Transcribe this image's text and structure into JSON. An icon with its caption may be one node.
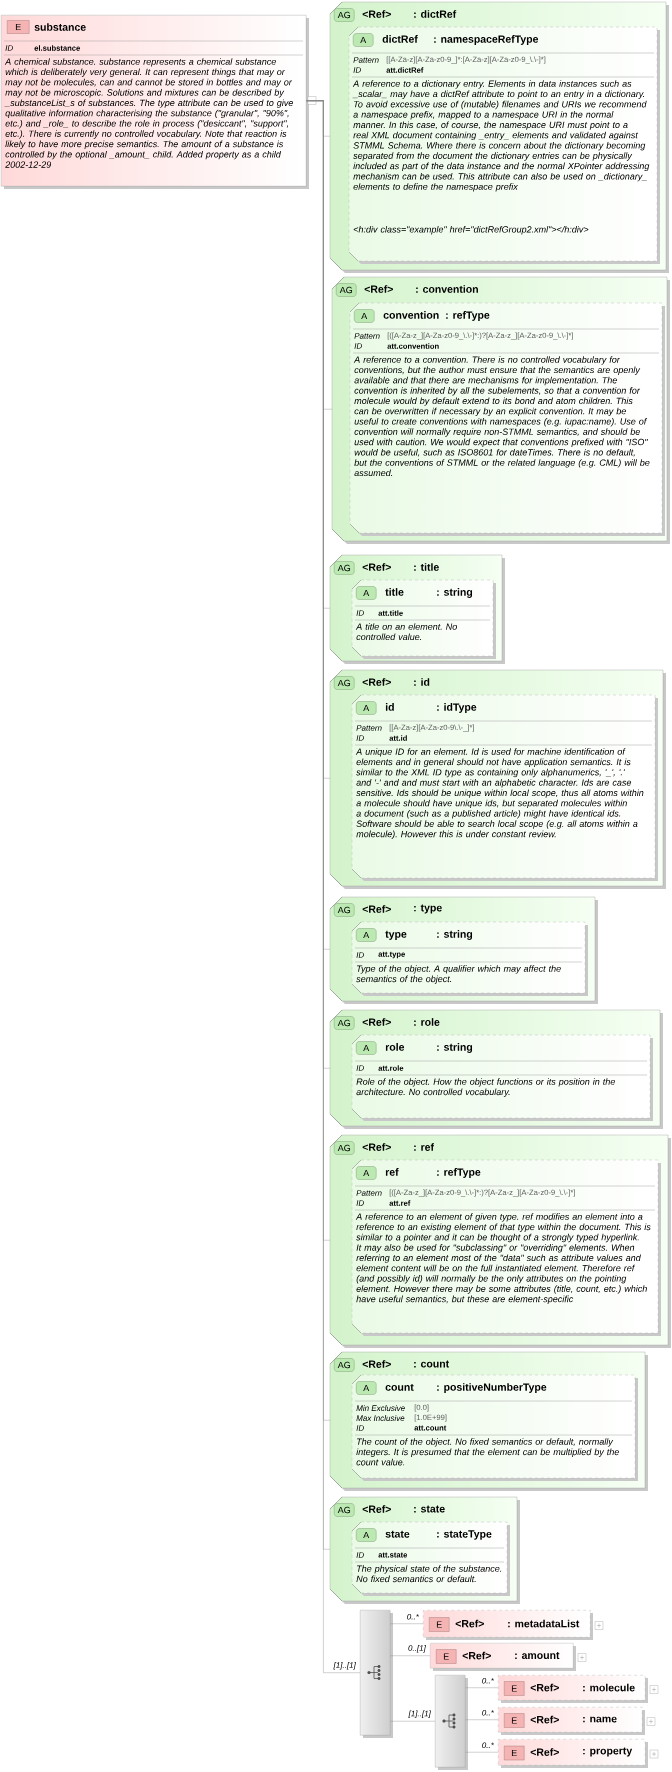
{
  "diagram": {
    "nodes": [
      {
        "text": [
          "E",
          "substance",
          "ID",
          "el.substance",
          "A chemical substance. substance represents a chemical substance which is deliberately very general. It can represent things that may or may not be molecules, can and cannot be stored in bottles and may or may not be microscopic. Solutions and mixtures can be described by _substanceList_s of substances. The type attribute can be used to give qualitative information characterising the substance (\"granular\", \"90%\", etc.) and _role_ to describe the role in process (\"desiccant\", \"support\", etc.). There is currently no controlled vocabulary. Note that reaction is likely to have more precise semantics. The amount of a substance is controlled by the optional _amount_ child. Added property as a child 2002-12-29"
        ]
      },
      {
        "text": [
          "AG",
          "<Ref>",
          ": dictRef"
        ]
      },
      {
        "text": [
          "A",
          "dictRef",
          ": namespaceRefType",
          "Pattern",
          "[[A-Za-z][A-Za-z0-9_]*:[A-Za-z][A-Za-z0-9_\\.\\-]*]",
          "ID",
          "att.dictRef",
          "A reference to a dictionary entry. Elements in data instances such as _scalar_ may have a dictRef attribute to point to an entry in a dictionary. To avoid excessive use of (mutable) filenames and URIs we recommend a namespace prefix, mapped to a namespace URI in the normal manner. In this case, of course, the namespace URI must point to a real XML document containing _entry_ elements and validated against STMML Schema. Where there is concern about the dictionary becoming separated from the document the dictionary entries can be physically included as part of the data instance and the normal XPointer addressing mechanism can be used. This attribute can also be used on _dictionary_ elements to define the namespace prefix",
          "<h:div class=\"example\" href=\"dictRefGroup2.xml\"></h:div>"
        ],
        "in": 1
      },
      {
        "text": [
          "AG",
          "<Ref>",
          ": convention"
        ]
      },
      {
        "text": [
          "A",
          "convention",
          ": refType",
          "Pattern",
          "[([A-Za-z_][A-Za-z0-9_\\.\\-]*:)?[A-Za-z_][A-Za-z0-9_\\.\\-]*]",
          "ID",
          "att.convention",
          "A reference to a convention. There is no controlled vocabulary for conventions, but the author must ensure that the semantics are openly available and that there are mechanisms for implementation. The convention is inherited by all the subelements, so that a convention for molecule would by default extend to its bond and atom children. This can be overwritten if necessary by an explicit convention. It may be useful to create conventions with namespaces (e.g. iupac:name). Use of convention will normally require non-STMML semantics, and should be used with caution. We would expect that conventions prefixed with \"ISO\" would be useful, such as ISO8601 for dateTimes. There is no default, but the conventions of STMML or the related language (e.g. CML) will be assumed."
        ],
        "in": 3
      },
      {
        "text": [
          "AG",
          "<Ref>",
          ": title"
        ]
      },
      {
        "text": [
          "A",
          "title",
          ": string",
          "ID",
          "att.title",
          "A title on an element. No controlled value."
        ],
        "in": 5
      },
      {
        "text": [
          "AG",
          "<Ref>",
          ": id"
        ]
      },
      {
        "text": [
          "A",
          "id",
          ": idType",
          "Pattern",
          "[[A-Za-z][A-Za-z0-9\\.\\-_]*]",
          "ID",
          "att.id",
          "A unique ID for an element. Id is used for machine identification of elements and in general should not have application semantics. It is similar to the XML ID type as containing only alphanumerics, '_', '.' and '-' and and must start with an alphabetic character. Ids are case sensitive. Ids should be unique within local scope, thus all atoms within a molecule should have unique ids, but separated molecules within a document (such as a published article) might have identical ids. Software should be able to search local scope (e.g. all atoms within a molecule). However this is under constant review."
        ],
        "in": 7
      },
      {
        "text": [
          "AG",
          "<Ref>",
          ": type"
        ]
      },
      {
        "text": [
          "A",
          "type",
          ": string",
          "ID",
          "att.type",
          "Type of the object. A qualifier which may affect the semantics of the object."
        ],
        "in": 9
      },
      {
        "text": [
          "AG",
          "<Ref>",
          ": role"
        ]
      },
      {
        "text": [
          "A",
          "role",
          ": string",
          "ID",
          "att.role",
          "Role of the object. How the object functions or its position in the architecture. No controlled vocabulary."
        ],
        "in": 11
      },
      {
        "text": [
          "AG",
          "<Ref>",
          ": ref"
        ]
      },
      {
        "text": [
          "A",
          "ref",
          ": refType",
          "Pattern",
          "[([A-Za-z_][A-Za-z0-9_\\.\\-]*:)?[A-Za-z_][A-Za-z0-9_\\.\\-]*]",
          "ID",
          "att.ref",
          "A reference to an element of given type. ref modifies an element into a reference to an existing element of that type within the document. This is similar to a pointer and it can be thought of a strongly typed hyperlink. It may also be used for \"subclassing\" or \"overriding\" elements. When referring to an element most of the \"data\" such as attribute values and element content will be on the full instantiated element. Therefore ref (and possibly id) will normally be the only attributes on the pointing element. However there may be some attributes (title, count, etc.) which have useful semantics, but these are element-specific"
        ],
        "in": 13
      },
      {
        "text": [
          "AG",
          "<Ref>",
          ": count"
        ]
      },
      {
        "text": [
          "A",
          "count",
          ": positiveNumberType",
          "Min Exclusive",
          "[0.0]",
          "Max Inclusive",
          "[1.0E+99]",
          "ID",
          "att.count",
          "The count of the object. No fixed semantics or default, normally integers. It is presumed that the element can be multiplied by the count value."
        ],
        "in": 15
      },
      {
        "text": [
          "AG",
          "<Ref>",
          ": state"
        ]
      },
      {
        "text": [
          "A",
          "state",
          ": stateType",
          "ID",
          "att.state",
          "The physical state of the substance. No fixed semantics or default."
        ],
        "in": 17
      },
      {
        "text": [],
        "shape": "box"
      },
      {
        "text": [
          "E",
          "<Ref>",
          ": metadataList"
        ]
      },
      {
        "text": [
          "E",
          "<Ref>",
          ": amount"
        ]
      },
      {
        "text": [],
        "shape": "box"
      },
      {
        "text": [
          "E",
          "<Ref>",
          ": molecule"
        ]
      },
      {
        "text": [
          "E",
          "<Ref>",
          ": name"
        ]
      },
      {
        "text": [
          "E",
          "<Ref>",
          ": property"
        ]
      }
    ],
    "edges": [
      {
        "from": 0,
        "to": 1,
        "arrow": "none"
      },
      {
        "from": 0,
        "to": 3,
        "arrow": "none"
      },
      {
        "from": 0,
        "to": 5,
        "arrow": "none"
      },
      {
        "from": 0,
        "to": 7,
        "arrow": "none"
      },
      {
        "from": 0,
        "to": 9,
        "arrow": "none"
      },
      {
        "from": 0,
        "to": 11,
        "arrow": "none"
      },
      {
        "from": 0,
        "to": 13,
        "arrow": "none"
      },
      {
        "from": 0,
        "to": 15,
        "arrow": "none"
      },
      {
        "from": 0,
        "to": 17,
        "arrow": "none"
      },
      {
        "from": 0,
        "to": 19,
        "arrow": "none",
        "label": "[1]..[1]"
      },
      {
        "from": 19,
        "to": 20,
        "arrow": "none",
        "label": "0..*"
      },
      {
        "from": 19,
        "to": 21,
        "arrow": "none",
        "label": "0..[1]"
      },
      {
        "from": 19,
        "to": 22,
        "arrow": "none",
        "label": "[1]..[1]"
      },
      {
        "from": 22,
        "to": 23,
        "arrow": "none",
        "label": "0..*"
      },
      {
        "from": 22,
        "to": 24,
        "arrow": "none",
        "label": "0..*"
      },
      {
        "from": 22,
        "to": 25,
        "arrow": "none",
        "label": "0..*"
      }
    ]
  }
}
